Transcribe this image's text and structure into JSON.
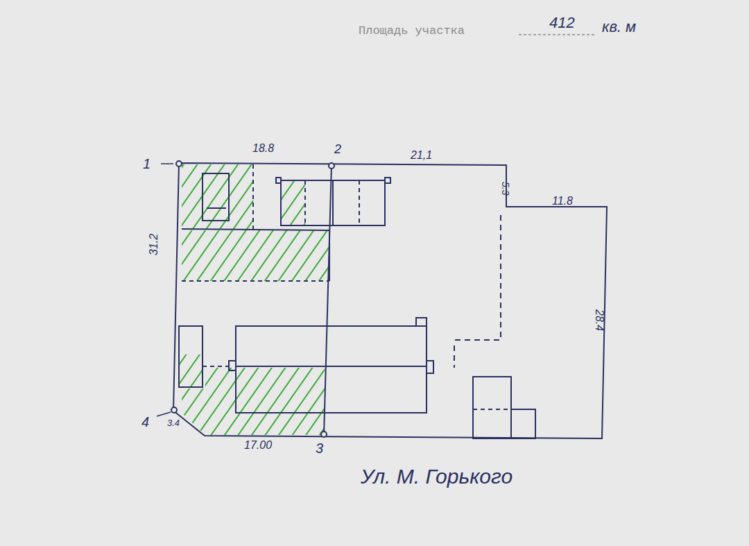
{
  "diagram": {
    "labels": [
      "Площадь участка",
      "412",
      "кв. м",
      "1",
      "2",
      "3",
      "4",
      "18.8",
      "21,1",
      "5.3",
      "11.8",
      "31.2",
      "28.4",
      "3.4",
      "17.00",
      "Ул. М. Горького"
    ]
  }
}
